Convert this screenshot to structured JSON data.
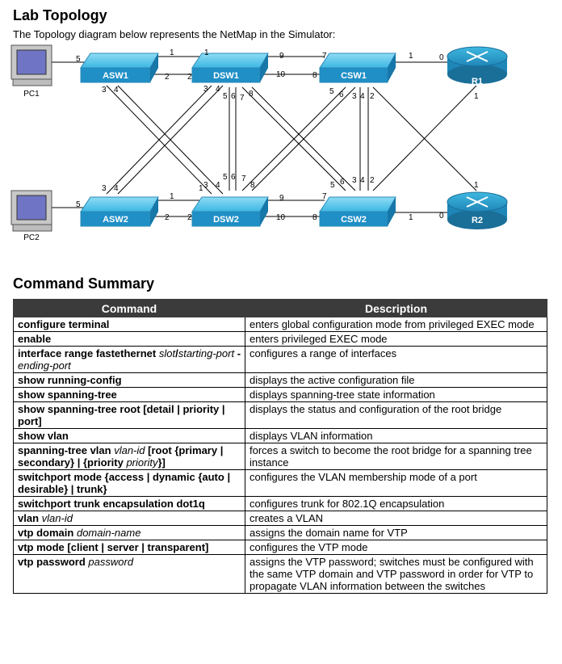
{
  "topology": {
    "title": "Lab Topology",
    "subtitle": "The Topology diagram below represents the NetMap in the Simulator:",
    "devices": {
      "pc1": "PC1",
      "pc2": "PC2",
      "asw1": "ASW1",
      "dsw1": "DSW1",
      "csw1": "CSW1",
      "r1": "R1",
      "asw2": "ASW2",
      "dsw2": "DSW2",
      "csw2": "CSW2",
      "r2": "R2"
    }
  },
  "summary": {
    "title": "Command Summary",
    "headers": [
      "Command",
      "Description"
    ],
    "rows": [
      {
        "cmd": "<b>configure terminal</b>",
        "desc": "enters global configuration mode from privileged EXEC mode"
      },
      {
        "cmd": "<b>enable</b>",
        "desc": "enters privileged EXEC mode"
      },
      {
        "cmd": "<b>interface range fastethernet</b> <i>slot</i>/<i>starting-port</i> <b>-</b> <i>ending-port</i>",
        "desc": "configures a range of interfaces"
      },
      {
        "cmd": "<b>show running-config</b>",
        "desc": "displays the active configuration file"
      },
      {
        "cmd": "<b>show spanning-tree</b>",
        "desc": "displays spanning-tree state information"
      },
      {
        "cmd": "<b>show spanning-tree root</b> [<b>detail</b> | <b>priority</b> | <b>port</b>]",
        "desc": "displays the status and configuration of the root bridge"
      },
      {
        "cmd": "<b>show vlan</b>",
        "desc": "displays VLAN information"
      },
      {
        "cmd": "<b>spanning-tree vlan</b> <i>vlan-id</i> [<b>root</b> {<b>primary</b> | <b>secondary</b>} | {<b>priority</b> <i>priority</i>}]",
        "desc": "forces a switch to become the root bridge for a spanning tree instance"
      },
      {
        "cmd": "<b>switchport mode</b> {<b>access</b> | <b>dynamic</b> {<b>auto</b> | <b>desirable</b>} | <b>trunk</b>}",
        "desc": "configures the VLAN membership mode of a port"
      },
      {
        "cmd": "<b>switchport trunk encapsulation dot1q</b>",
        "desc": "configures trunk for 802.1Q encapsulation"
      },
      {
        "cmd": "<b>vlan</b> <i>vlan-id</i>",
        "desc": "creates a VLAN"
      },
      {
        "cmd": "<b>vtp domain</b> <i>domain-name</i>",
        "desc": "assigns the domain name for VTP"
      },
      {
        "cmd": "<b>vtp mode</b> [<b>client</b> | <b>server</b> | <b>transparent</b>]",
        "desc": "configures the VTP mode"
      },
      {
        "cmd": "<b>vtp password</b> <i>password</i>",
        "desc": "assigns the VTP password; switches must be configured with the same VTP domain and VTP password in order for VTP to propagate VLAN information between the switches"
      }
    ]
  }
}
